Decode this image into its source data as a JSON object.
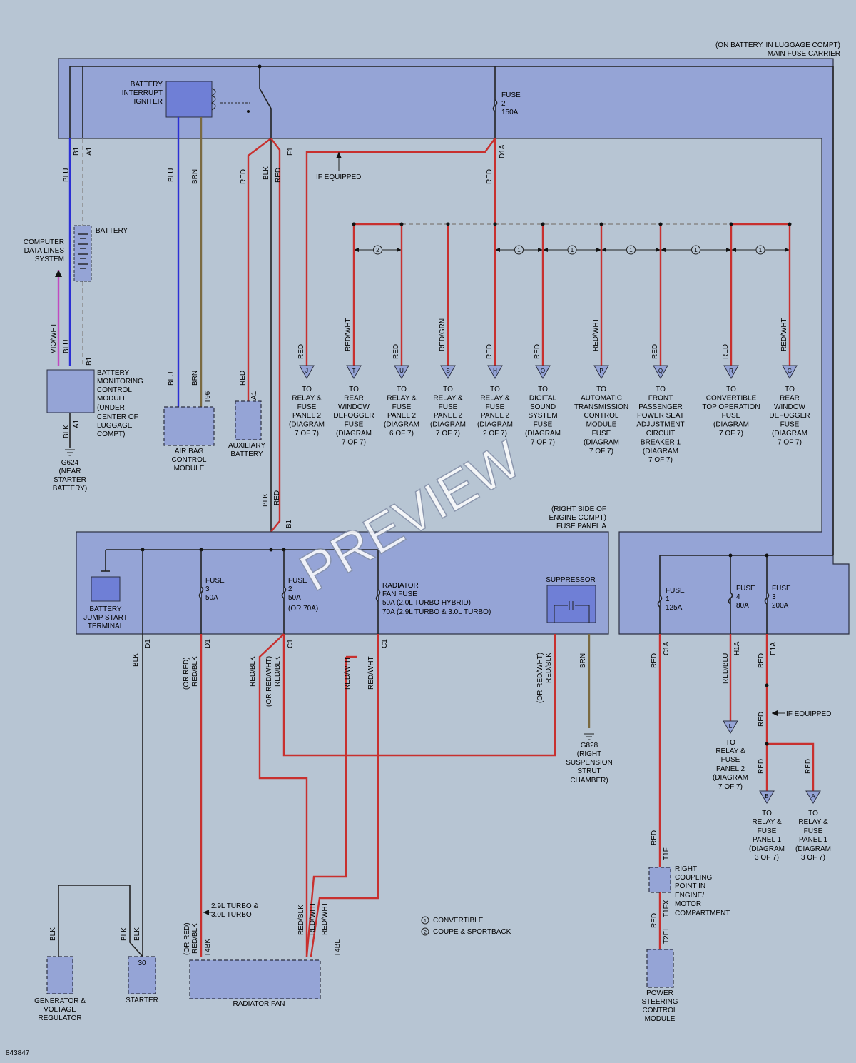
{
  "diagram_id": "843847",
  "watermark": "PREVIEW",
  "main_fuse_carrier": {
    "location": "(ON BATTERY, IN LUGGAGE COMPT)",
    "name": "MAIN FUSE CARRIER"
  },
  "fuse_panel_a": {
    "location": "(RIGHT SIDE OF",
    "location2": "ENGINE COMPT)",
    "name": "FUSE PANEL A"
  },
  "igniter": [
    "BATTERY",
    "INTERRUPT",
    "IGNITER"
  ],
  "fuse2_main": [
    "FUSE",
    "2",
    "150A"
  ],
  "if_equipped": "IF EQUIPPED",
  "battery": "BATTERY",
  "computer_data": [
    "COMPUTER",
    "DATA LINES",
    "SYSTEM"
  ],
  "bmcm": [
    "BATTERY",
    "MONITORING",
    "CONTROL",
    "MODULE",
    "(UNDER",
    "CENTER OF",
    "LUGGAGE",
    "COMPT)"
  ],
  "g624": [
    "G624",
    "(NEAR",
    "STARTER",
    "BATTERY)"
  ],
  "airbag": [
    "AIR BAG",
    "CONTROL",
    "MODULE"
  ],
  "aux_battery": [
    "AUXILIARY",
    "BATTERY"
  ],
  "jump_start": [
    "BATTERY",
    "JUMP START",
    "TERMINAL"
  ],
  "fuse3_50": [
    "FUSE",
    "3",
    "50A"
  ],
  "fuse2_50": [
    "FUSE",
    "2",
    "50A",
    "(OR 70A)"
  ],
  "rad_fuse": [
    "RADIATOR",
    "FAN FUSE",
    "50A  (2.0L TURBO HYBRID)",
    "70A  (2.9L TURBO & 3.0L TURBO)"
  ],
  "suppressor": "SUPPRESSOR",
  "g828": [
    "G828",
    "(RIGHT",
    "SUSPENSION",
    "STRUT",
    "CHAMBER)"
  ],
  "fuse1_125": [
    "FUSE",
    "1",
    "125A"
  ],
  "fuse4_80": [
    "FUSE",
    "4",
    "80A"
  ],
  "fuse3_200": [
    "FUSE",
    "3",
    "200A"
  ],
  "turbo_note": [
    "2.9L TURBO &",
    "3.0L TURBO"
  ],
  "legend": [
    {
      "num": "1",
      "text": "CONVERTIBLE"
    },
    {
      "num": "2",
      "text": "COUPE & SPORTBACK"
    }
  ],
  "generator": [
    "GENERATOR &",
    "VOLTAGE",
    "REGULATOR"
  ],
  "starter": "STARTER",
  "starter_pin": "30",
  "radiator_fan": "RADIATOR FAN",
  "coupling": [
    "RIGHT",
    "COUPLING",
    "POINT IN",
    "ENGINE/",
    "MOTOR",
    "COMPARTMENT"
  ],
  "power_steering": [
    "POWER",
    "STEERING",
    "CONTROL",
    "MODULE"
  ],
  "relay_l": [
    "TO",
    "RELAY &",
    "FUSE",
    "PANEL 2",
    "(DIAGRAM",
    "7 OF 7)"
  ],
  "relay_b": [
    "TO",
    "RELAY &",
    "FUSE",
    "PANEL 1",
    "(DIAGRAM",
    "3 OF 7)"
  ],
  "relay_a": [
    "TO",
    "RELAY &",
    "FUSE",
    "PANEL 1",
    "(DIAGRAM",
    "3 OF 7)"
  ],
  "connectors": [
    {
      "letter": "J",
      "wire": "RED",
      "lines": [
        "TO",
        "RELAY &",
        "FUSE",
        "PANEL 2",
        "(DIAGRAM",
        "7 OF 7)"
      ]
    },
    {
      "letter": "T",
      "wire": "RED/WHT",
      "lines": [
        "TO",
        "REAR",
        "WINDOW",
        "DEFOGGER",
        "FUSE",
        "(DIAGRAM",
        "7 OF 7)"
      ]
    },
    {
      "letter": "U",
      "wire": "RED",
      "lines": [
        "TO",
        "RELAY &",
        "FUSE",
        "PANEL 2",
        "(DIAGRAM",
        "6 OF 7)"
      ]
    },
    {
      "letter": "S",
      "wire": "RED/GRN",
      "lines": [
        "TO",
        "RELAY &",
        "FUSE",
        "PANEL 2",
        "(DIAGRAM",
        "7 OF 7)"
      ]
    },
    {
      "letter": "H",
      "wire": "RED",
      "lines": [
        "TO",
        "RELAY &",
        "FUSE",
        "PANEL 2",
        "(DIAGRAM",
        "2 OF 7)"
      ]
    },
    {
      "letter": "O",
      "wire": "RED",
      "lines": [
        "TO",
        "DIGITAL",
        "SOUND",
        "SYSTEM",
        "FUSE",
        "(DIAGRAM",
        "7 OF 7)"
      ]
    },
    {
      "letter": "P",
      "wire": "RED/WHT",
      "lines": [
        "TO",
        "AUTOMATIC",
        "TRANSMISSION",
        "CONTROL",
        "MODULE",
        "FUSE",
        "(DIAGRAM",
        "7 OF 7)"
      ]
    },
    {
      "letter": "Q",
      "wire": "RED",
      "lines": [
        "TO",
        "FRONT",
        "PASSENGER",
        "POWER SEAT",
        "ADJUSTMENT",
        "CIRCUIT",
        "BREAKER 1",
        "(DIAGRAM",
        "7 OF 7)"
      ]
    },
    {
      "letter": "R",
      "wire": "RED",
      "lines": [
        "TO",
        "CONVERTIBLE",
        "TOP OPERATION",
        "FUSE",
        "(DIAGRAM",
        "7 OF 7)"
      ]
    },
    {
      "letter": "G",
      "wire": "RED/WHT",
      "lines": [
        "TO",
        "REAR",
        "WINDOW",
        "DEFOGGER",
        "FUSE",
        "(DIAGRAM",
        "7 OF 7)"
      ]
    }
  ],
  "wire_labels": {
    "blu": "BLU",
    "brn": "BRN",
    "red": "RED",
    "blk": "BLK",
    "viowht": "VIO/WHT",
    "redblk": "RED/BLK",
    "orred": "(OR RED)",
    "orredwht": "(OR RED/WHT)",
    "redwht": "RED/WHT",
    "redblu": "RED/BLU",
    "t2el": "T2EL"
  },
  "pins": {
    "b1": "B1",
    "a1": "A1",
    "f1": "F1",
    "d1a": "D1A",
    "t96": "T96",
    "c1": "C1",
    "d1": "D1",
    "c1a": "C1A",
    "h1a": "H1A",
    "e1a": "E1A",
    "t1f": "T1F",
    "t1fx": "T1FX",
    "t2el": "T2EL",
    "t4bk": "T4BK",
    "t4bl": "T4BL"
  }
}
